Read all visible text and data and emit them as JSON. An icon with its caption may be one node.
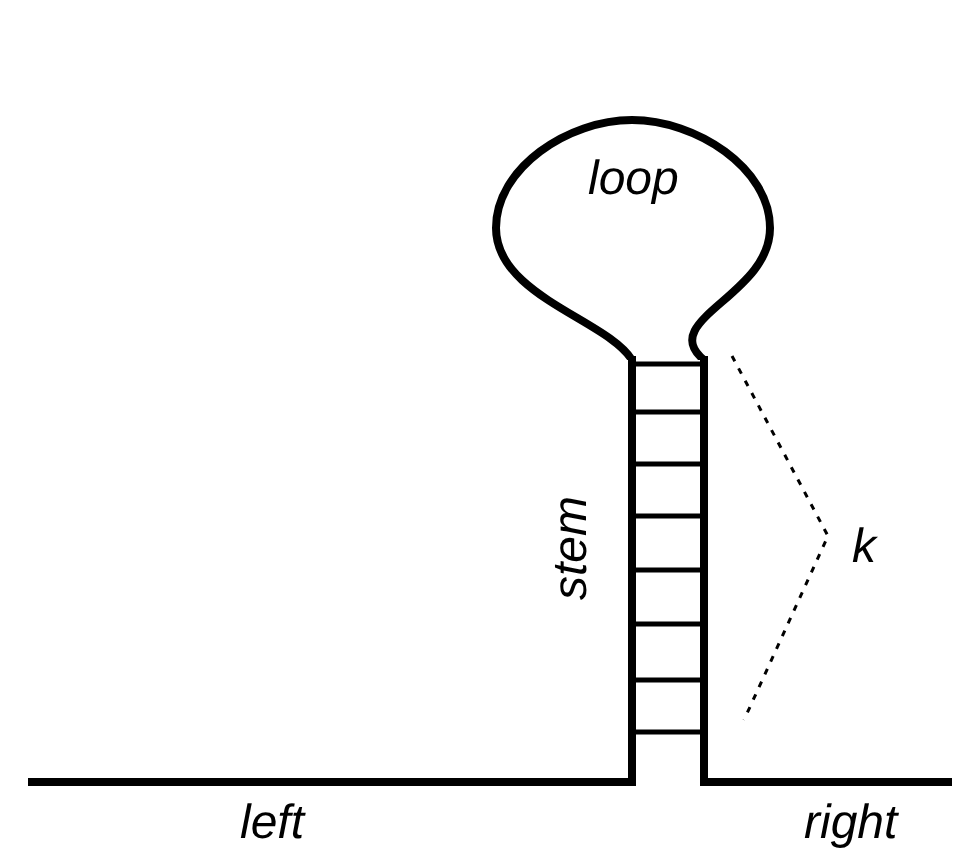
{
  "diagram": {
    "nodes": [
      {
        "text": [
          "loop"
        ]
      }
    ],
    "edges": [],
    "labels": [
      "stem",
      "k",
      "left",
      "right"
    ]
  }
}
